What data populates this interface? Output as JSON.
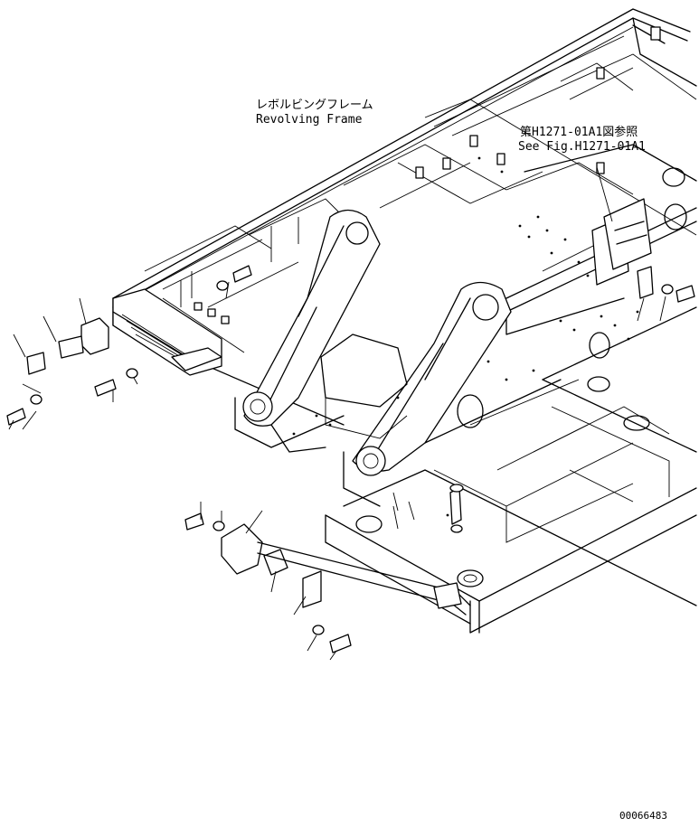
{
  "labels": {
    "frame_jp": "レボルビングフレーム",
    "frame_en": "Revolving Frame",
    "ref_jp": "第H1271-01A1図参照",
    "ref_en": "See Fig.H1271-01A1",
    "drawing_number": "00066483"
  },
  "colors": {
    "line": "#000000",
    "background": "#ffffff"
  }
}
